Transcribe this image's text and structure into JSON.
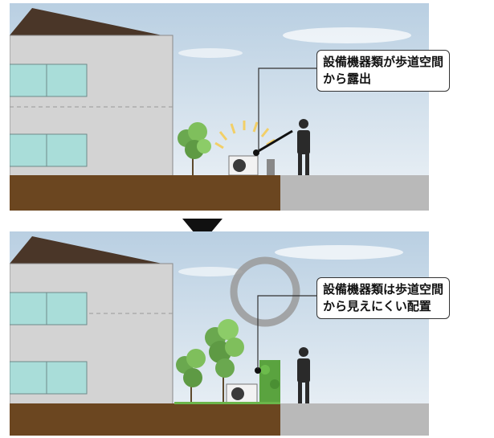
{
  "panels": [
    {
      "caption_lines": [
        "設備機器類が歩道空間",
        "から露出"
      ]
    },
    {
      "caption_lines": [
        "設備機器類は歩道空間",
        "から見えにくい配置"
      ]
    }
  ],
  "colors": {
    "sky_top": "#b9cfe2",
    "sky_bottom": "#eef3f7",
    "house_wall": "#d3d3d3",
    "roof": "#4a3628",
    "window": "#a9ddd9",
    "soil": "#6b4620",
    "sidewalk": "#b9b9b9",
    "hedge": "#5aa33f",
    "indicator_ring": "#9a9a9a"
  },
  "icons": [
    "down-arrow-icon",
    "person-silhouette-icon",
    "air-conditioner-icon",
    "tree-icon",
    "hedge-icon",
    "ring-icon",
    "sun-burst-icon"
  ]
}
